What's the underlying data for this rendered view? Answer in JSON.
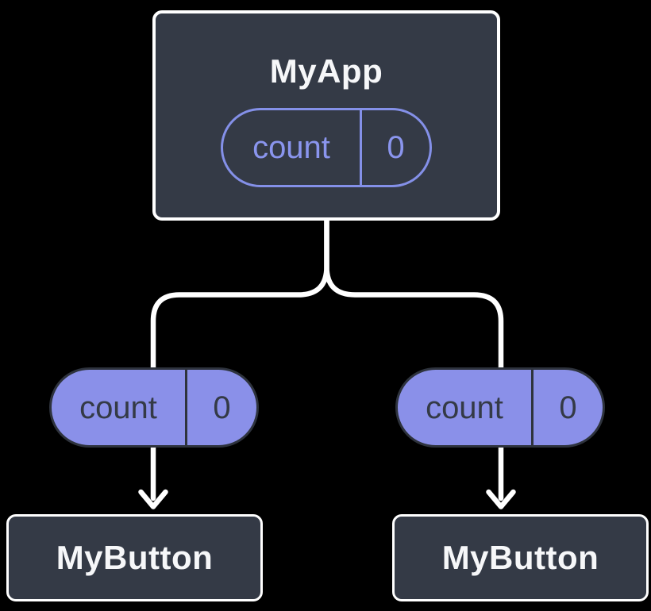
{
  "diagram": {
    "background": "#000000",
    "colors": {
      "box_fill": "#343A46",
      "box_border": "#FFFFFF",
      "title_text": "#F6F7F9",
      "pill_outline": "#8490E8",
      "pill_outline_text": "#8A95EE",
      "pill_fill": "#8A90E9",
      "pill_dark": "#2E333D",
      "pill_dark_text": "#343A46",
      "connector": "#FFFFFF"
    },
    "root": {
      "title": "MyApp",
      "state": {
        "name": "count",
        "value": "0"
      }
    },
    "children": [
      {
        "title": "MyButton",
        "prop": {
          "name": "count",
          "value": "0"
        }
      },
      {
        "title": "MyButton",
        "prop": {
          "name": "count",
          "value": "0"
        }
      }
    ]
  }
}
